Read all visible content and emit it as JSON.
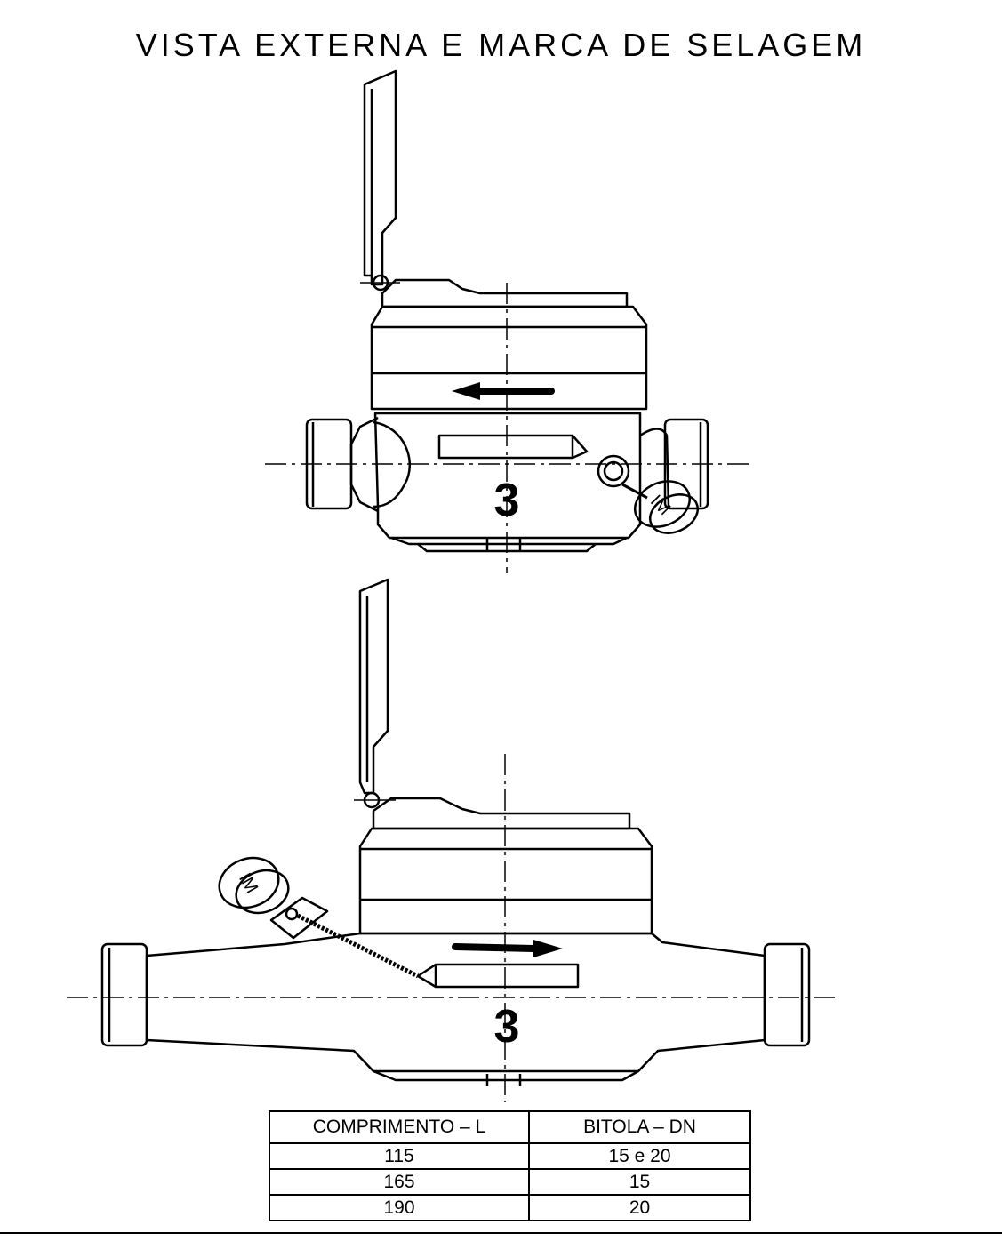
{
  "title": "VISTA EXTERNA E MARCA DE SELAGEM",
  "top_view": {
    "register_digit": "3",
    "seal_text": "IM"
  },
  "bottom_view": {
    "register_digit": "3",
    "seal_text": "IM"
  },
  "table": {
    "headers": [
      "COMPRIMENTO  –  L",
      "BITOLA   –  DN"
    ],
    "rows": [
      [
        "115",
        "15  e  20"
      ],
      [
        "165",
        "15"
      ],
      [
        "190",
        "20"
      ]
    ]
  },
  "colors": {
    "ink": "#000000",
    "paper": "#ffffff"
  }
}
